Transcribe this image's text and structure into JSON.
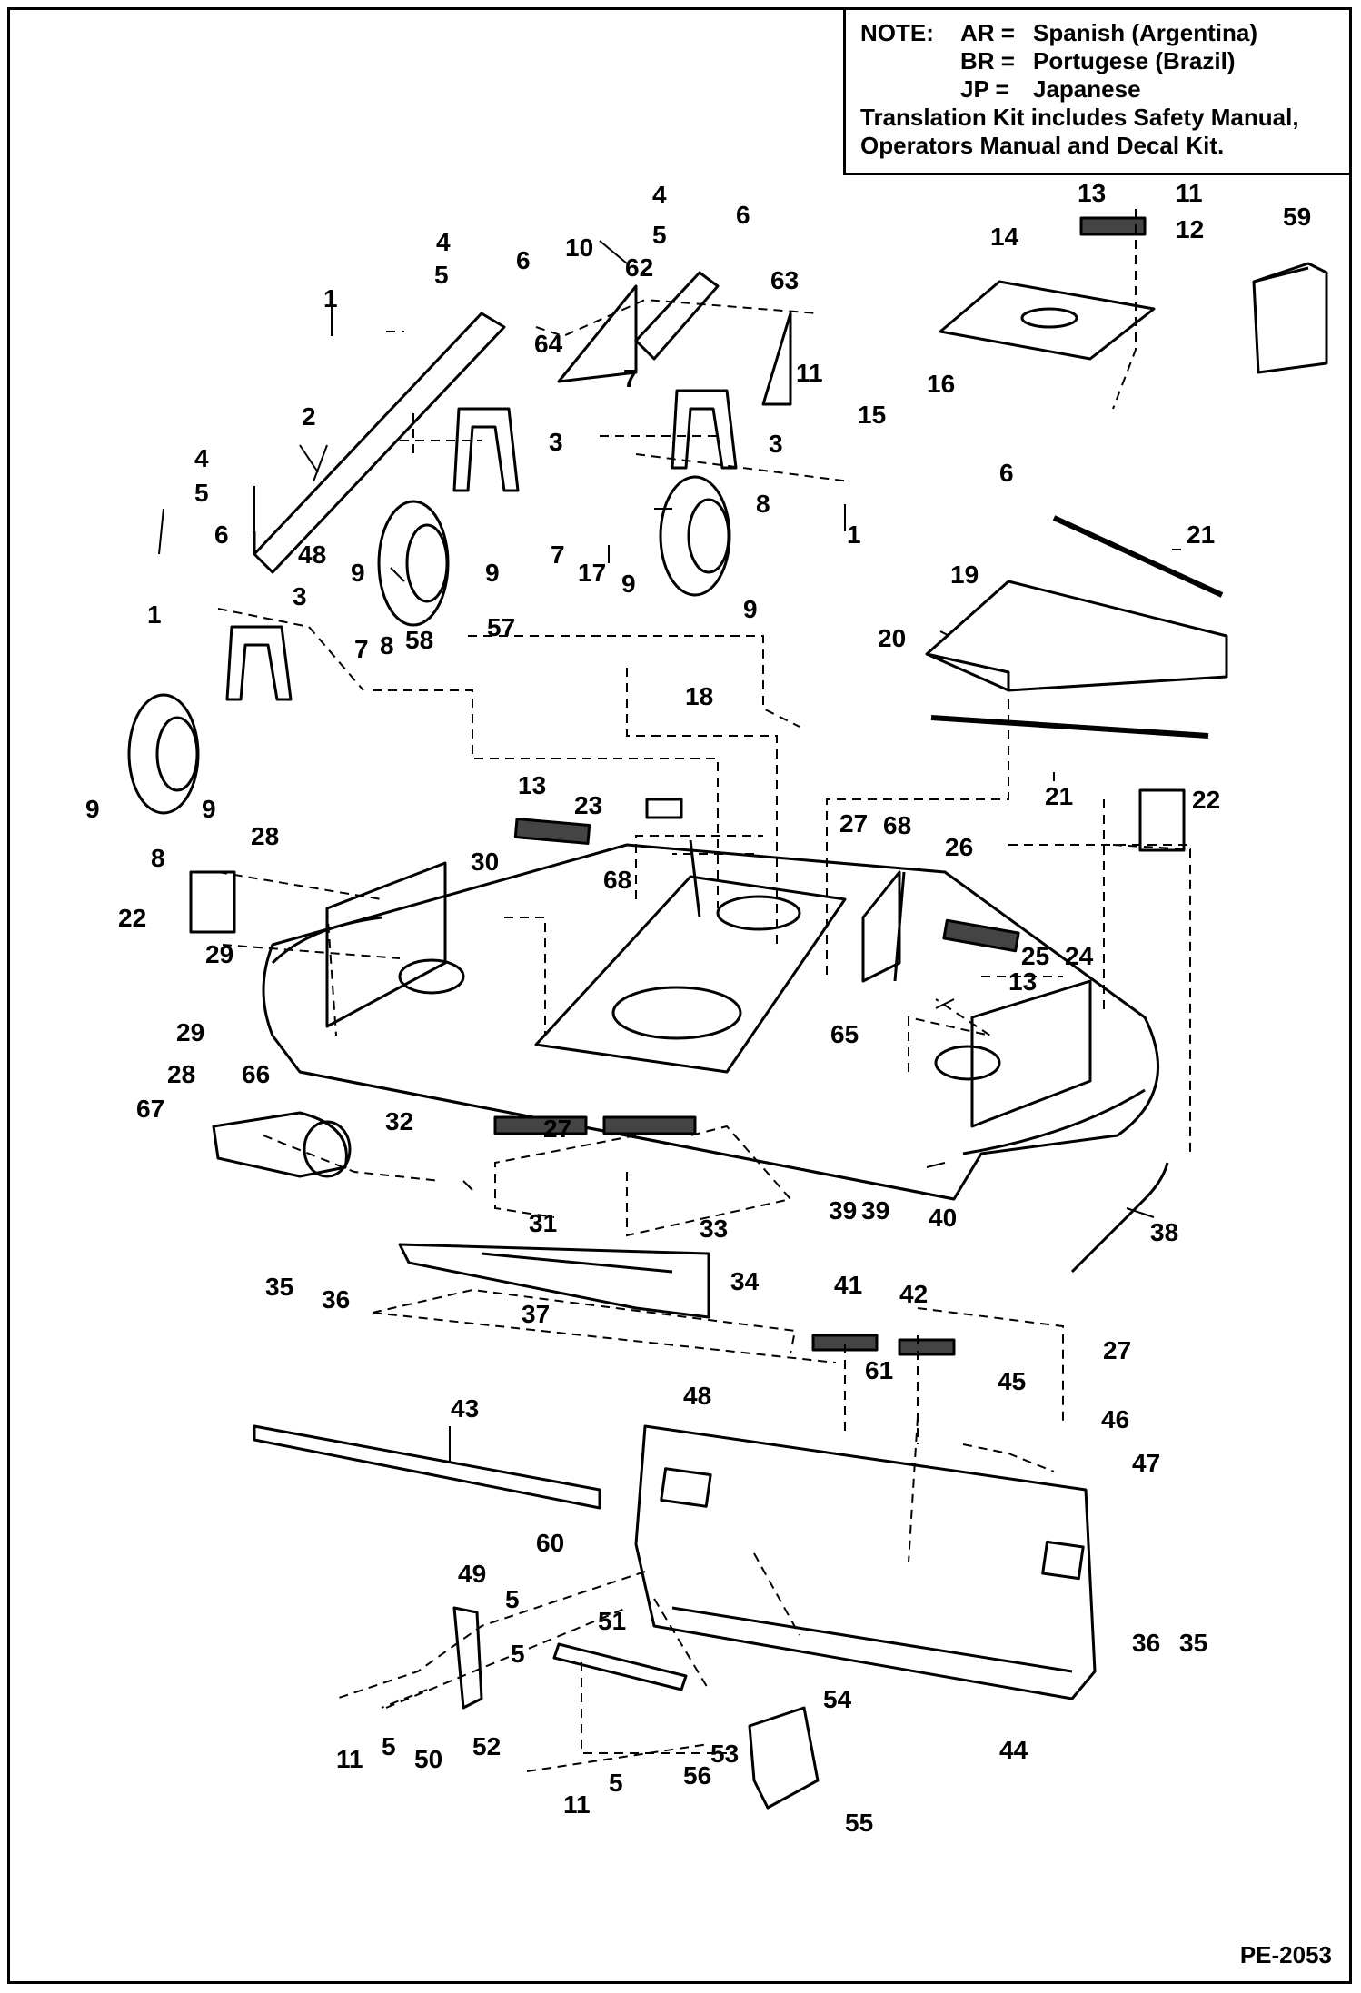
{
  "note": {
    "label": "NOTE:",
    "entries": [
      {
        "code": "AR =",
        "language": "Spanish (Argentina)"
      },
      {
        "code": "BR =",
        "language": "Portugese (Brazil)"
      },
      {
        "code": "JP =",
        "language": "Japanese"
      }
    ],
    "kit_line1": "Translation Kit includes Safety Manual,",
    "kit_line2": "Operators Manual and Decal Kit."
  },
  "drawing_number": "PE-2053",
  "callouts": [
    "1",
    "1",
    "1",
    "2",
    "3",
    "3",
    "3",
    "4",
    "4",
    "4",
    "5",
    "5",
    "5",
    "5",
    "5",
    "5",
    "5",
    "6",
    "6",
    "6",
    "6",
    "7",
    "7",
    "7",
    "8",
    "8",
    "8",
    "9",
    "9",
    "9",
    "9",
    "9",
    "9",
    "10",
    "11",
    "11",
    "11",
    "11",
    "12",
    "13",
    "13",
    "13",
    "14",
    "15",
    "16",
    "17",
    "18",
    "19",
    "20",
    "21",
    "21",
    "22",
    "22",
    "23",
    "24",
    "25",
    "26",
    "27",
    "27",
    "27",
    "28",
    "28",
    "29",
    "29",
    "30",
    "31",
    "32",
    "33",
    "34",
    "35",
    "35",
    "36",
    "36",
    "37",
    "38",
    "39",
    "39",
    "40",
    "41",
    "42",
    "43",
    "44",
    "45",
    "46",
    "47",
    "48",
    "48",
    "49",
    "50",
    "51",
    "52",
    "53",
    "54",
    "55",
    "56",
    "57",
    "58",
    "59",
    "60",
    "61",
    "62",
    "63",
    "64",
    "65",
    "66",
    "67",
    "68",
    "68"
  ]
}
